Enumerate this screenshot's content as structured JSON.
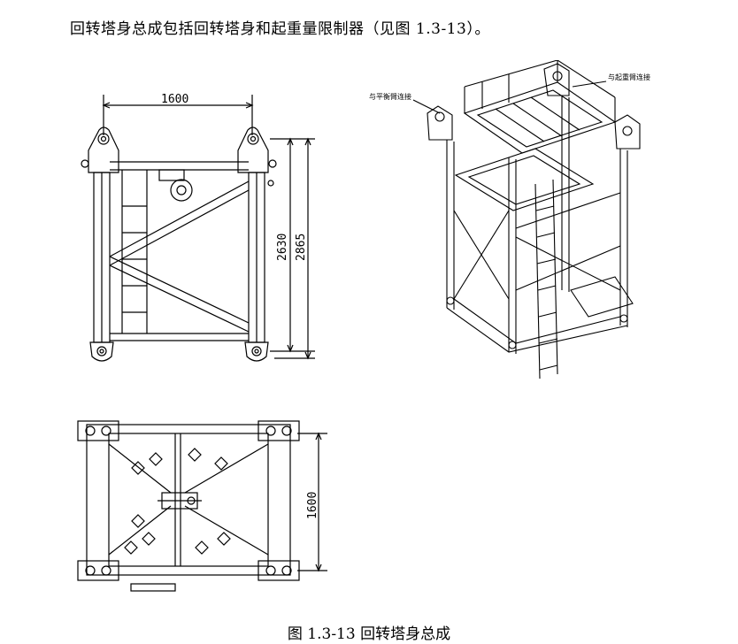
{
  "document": {
    "intro_text": "回转塔身总成包括回转塔身和起重量限制器（见图 1.3-13）。",
    "caption": "图 1.3-13  回转塔身总成"
  },
  "front_view": {
    "width_dim": "1600",
    "inner_height_dim": "2630",
    "outer_height_dim": "2865"
  },
  "top_view": {
    "depth_dim": "1600"
  },
  "iso_view": {
    "label_balance_jib": "与平衡臂连接",
    "label_lifting_jib": "与起重臂连接"
  }
}
